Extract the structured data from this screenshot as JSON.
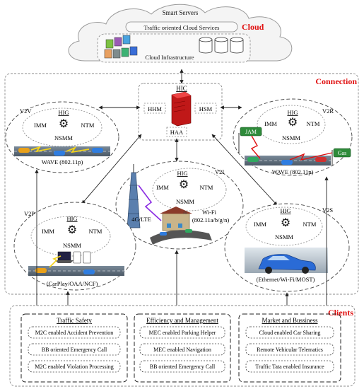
{
  "cloud": {
    "title": "Cloud",
    "smart_servers": "Smart Servers",
    "cloud_services": "Traffic oriented Cloud Services",
    "infrastructure": "Cloud Infrastructure"
  },
  "connection": {
    "title": "Connection",
    "hic": {
      "label": "HIC",
      "hhm": "HHM",
      "hsm": "HSM",
      "haa": "HAA"
    },
    "v2v": {
      "tag": "V2V",
      "hig": "HIG",
      "imm": "IMM",
      "ntm": "NTM",
      "nsmm": "NSMM",
      "tech": "WAVE (802.11p)"
    },
    "v2r": {
      "tag": "V2R",
      "hig": "HIG",
      "imm": "IMM",
      "ntm": "NTM",
      "nsmm": "NSMM",
      "tech": "WAVE (802.11p)",
      "jam": "JAM",
      "gas": "Gas"
    },
    "v2i": {
      "tag": "V2I",
      "hig": "HIG",
      "imm": "IMM",
      "ntm": "NTM",
      "nsmm": "NSMM",
      "cell": "4G/LTE",
      "wifi_line1": "Wi-Fi",
      "wifi_line2": "(802.11a/b/g/n)"
    },
    "v2p": {
      "tag": "V2P",
      "hig": "HIG",
      "imm": "IMM",
      "ntm": "NTM",
      "nsmm": "NSMM",
      "tech": "(CarPlay/OAA/NCF)"
    },
    "v2s": {
      "tag": "V2S",
      "hig": "HIG",
      "imm": "IMM",
      "ntm": "NTM",
      "nsmm": "NSMM",
      "tech": "(Ethernet/Wi-Fi/MOST)"
    }
  },
  "clients": {
    "title": "Clients",
    "groups": [
      {
        "title": "Traffic Safety",
        "items": [
          "M2C enabled Accident Prevention",
          "BB oriented Emergency Call",
          "M2C enabled Violation Processing"
        ]
      },
      {
        "title": "Efficiency and Management",
        "items": [
          "MEC enabled Parking Helper",
          "MEC enabled Navigation",
          "BB oriented Emergency Call"
        ]
      },
      {
        "title": "Market and Bussiness",
        "items": [
          "Cloud enabled Car Sharing",
          "Remote Vehicular Telematics",
          "Traffic Tata enabled Insurance"
        ]
      }
    ]
  },
  "colors": {
    "section_title": "#e01010",
    "server_red": "#d42020",
    "sign_green": "#2e8b3a",
    "link_red": "#e01010",
    "link_yellow": "#f2d21a",
    "link_purple": "#8a2be2"
  }
}
